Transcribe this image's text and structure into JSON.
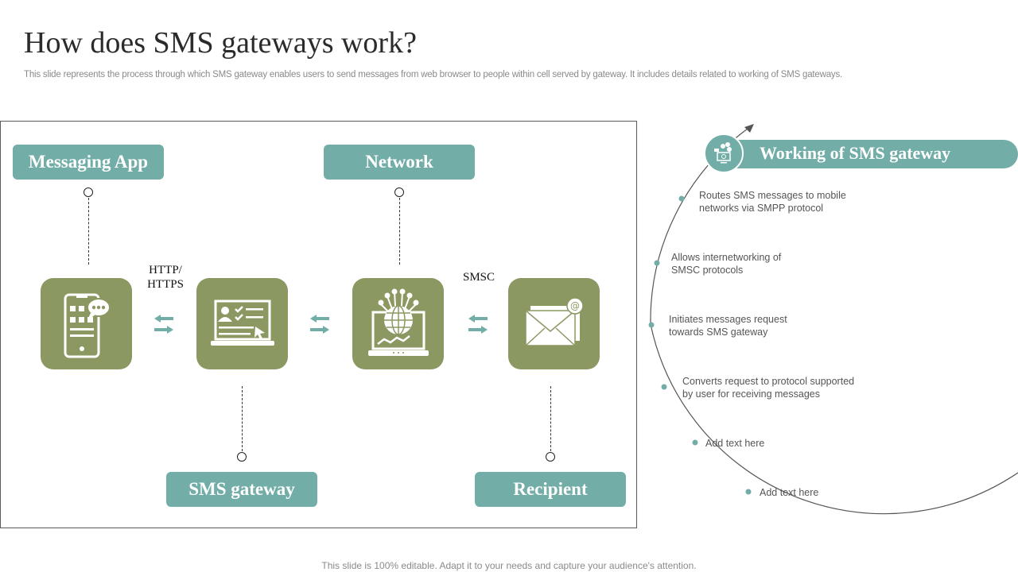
{
  "header": {
    "title": "How does SMS gateways work?",
    "subtitle": "This slide represents the process through which SMS gateway enables users to send messages from web browser to people within cell served by gateway. It includes details related to working of SMS  gateways."
  },
  "flow": {
    "labels": {
      "messaging_app": "Messaging App",
      "network": "Network",
      "sms_gateway": "SMS gateway",
      "recipient": "Recipient"
    },
    "protocols": {
      "http_line1": "HTTP/",
      "http_line2": "HTTPS",
      "smsc": "SMSC"
    },
    "icons": [
      "smartphone-chat-icon",
      "laptop-profile-icon",
      "laptop-globe-network-icon",
      "envelope-email-icon"
    ],
    "colors": {
      "tile": "#8c9862",
      "label": "#72ada8",
      "arrow": "#72ada8"
    }
  },
  "working": {
    "title": "Working of SMS gateway",
    "icon": "monitor-chat-icon",
    "steps": [
      {
        "line1": "Routes SMS messages to mobile",
        "line2": "networks via SMPP protocol"
      },
      {
        "line1": "Allows internetworking  of",
        "line2": "SMSC protocols"
      },
      {
        "line1": "Initiates messages request",
        "line2": "towards SMS gateway"
      },
      {
        "line1": "Converts  request to protocol supported",
        "line2": "by user for receiving  messages"
      },
      {
        "line1": "Add text here",
        "line2": ""
      },
      {
        "line1": "Add text here",
        "line2": ""
      }
    ]
  },
  "footer": {
    "text": "This slide is 100% editable. Adapt it to your needs and capture your audience's attention."
  }
}
